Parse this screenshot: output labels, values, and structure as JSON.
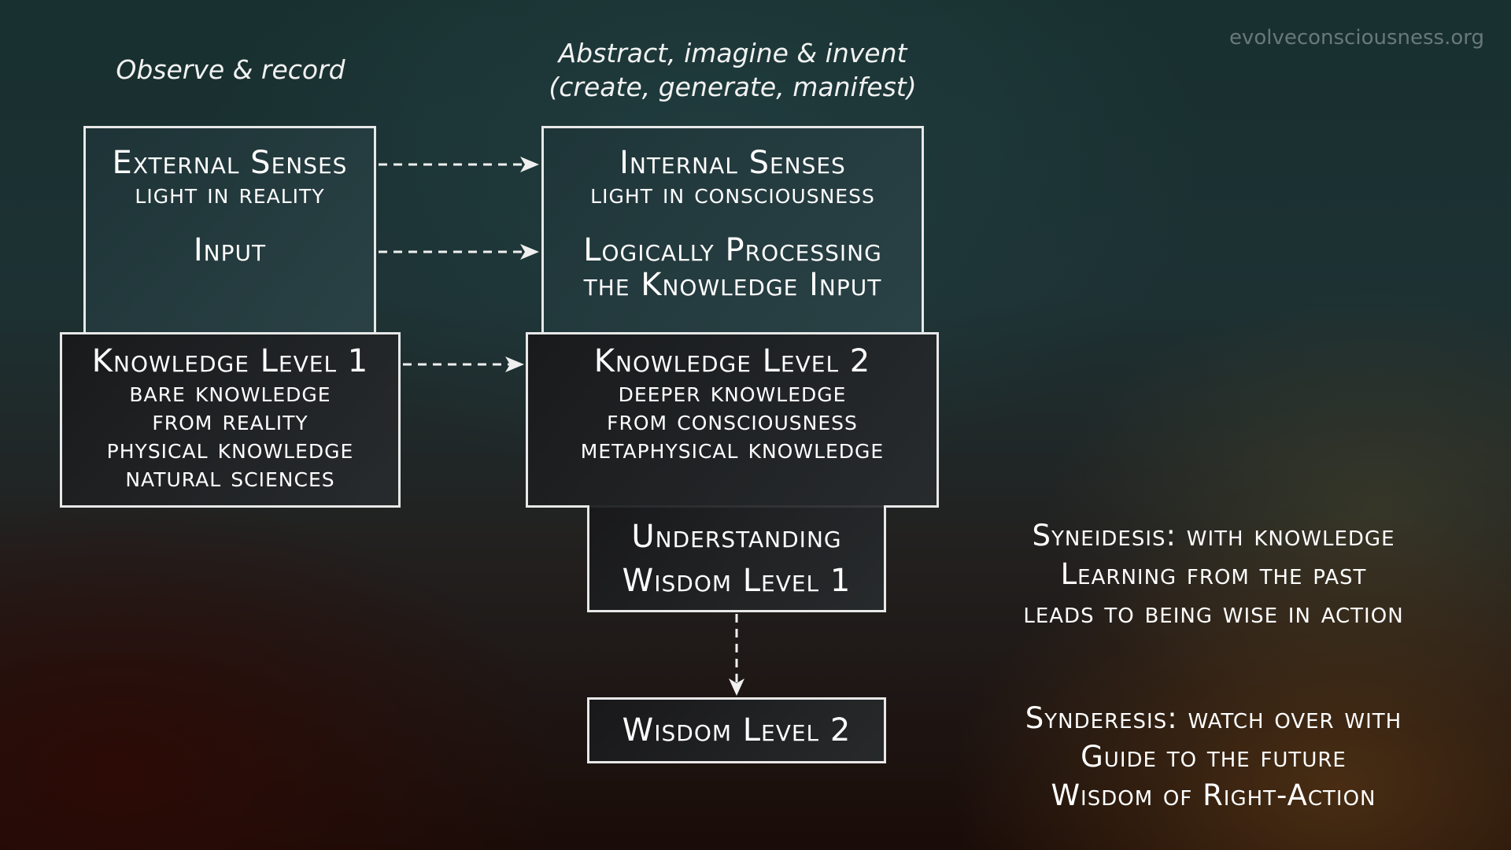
{
  "watermark": "evolveconsciousness.org",
  "captions": {
    "left": "Observe & record",
    "right_line1": "Abstract, imagine & invent",
    "right_line2": "(create, generate, manifest)"
  },
  "boxes": {
    "external_senses": {
      "title": "External Senses",
      "subtitle": "light in reality",
      "input": "Input"
    },
    "internal_senses": {
      "title": "Internal Senses",
      "subtitle": "light in consciousness",
      "processing_line1": "Logically Processing",
      "processing_line2": "the Knowledge Input"
    },
    "knowledge_level_1": {
      "title": "Knowledge Level 1",
      "lines": [
        "bare knowledge",
        "from reality",
        "physical knowledge",
        "natural sciences"
      ]
    },
    "knowledge_level_2": {
      "title": "Knowledge Level 2",
      "lines": [
        "deeper knowledge",
        "from consciousness",
        "metaphysical knowledge"
      ]
    },
    "understanding": {
      "line1": "Understanding",
      "line2": "Wisdom Level 1"
    },
    "wisdom_level_2": {
      "title": "Wisdom Level 2"
    }
  },
  "notes": {
    "syneidesis": [
      "Syneidesis: with knowledge",
      "Learning from the past",
      "leads to being wise in action"
    ],
    "synderesis": [
      "Synderesis: watch over with",
      "Guide to the future",
      "Wisdom of Right-Action"
    ]
  },
  "connectors": [
    {
      "from": "external_senses",
      "to": "internal_senses",
      "style": "dashed-arrow"
    },
    {
      "from": "input",
      "to": "logically_processing",
      "style": "dashed-arrow"
    },
    {
      "from": "knowledge_level_1",
      "to": "knowledge_level_2",
      "style": "dashed-arrow"
    },
    {
      "from": "understanding",
      "to": "wisdom_level_2",
      "style": "dashed-arrow"
    }
  ]
}
